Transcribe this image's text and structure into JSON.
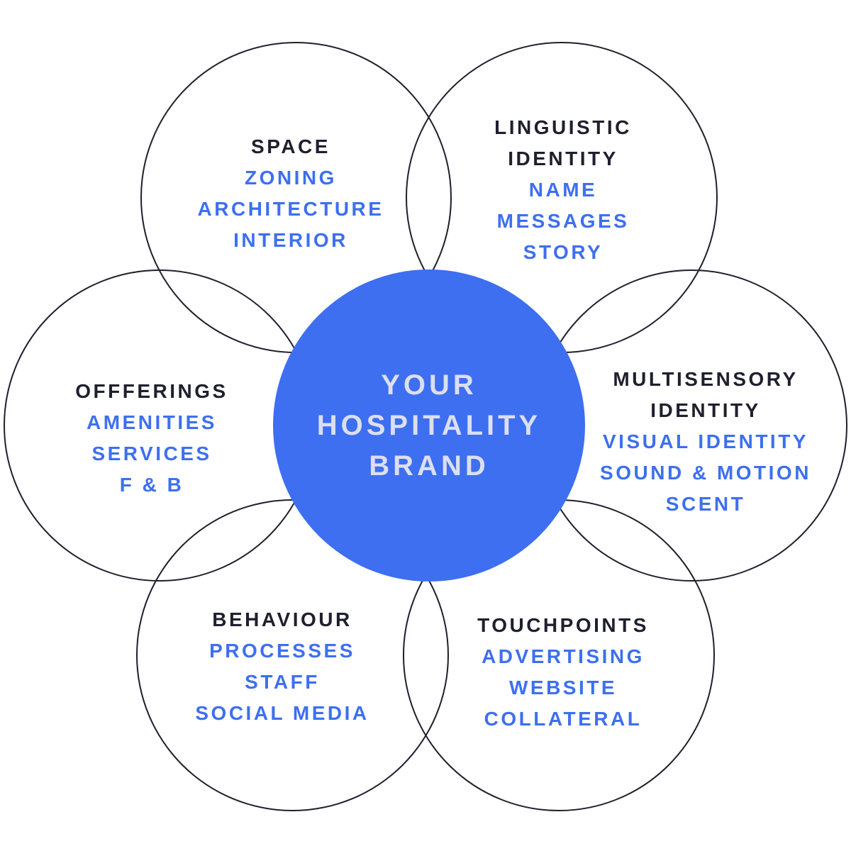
{
  "center": {
    "lines": [
      "YOUR",
      "HOSPITALITY",
      "BRAND"
    ],
    "fill_color": "#3d6ff0",
    "text_color": "#dcdff0"
  },
  "colors": {
    "heading": "#1f1f2e",
    "item": "#3d6ff0",
    "circle_stroke": "#1f1f2e"
  },
  "petals": [
    {
      "id": "space",
      "heading": [
        "SPACE"
      ],
      "items": [
        "ZONING",
        "ARCHITECTURE",
        "INTERIOR"
      ]
    },
    {
      "id": "linguistic-identity",
      "heading": [
        "LINGUISTIC",
        "IDENTITY"
      ],
      "items": [
        "NAME",
        "MESSAGES",
        "STORY"
      ]
    },
    {
      "id": "multisensory-identity",
      "heading": [
        "MULTISENSORY",
        "IDENTITY"
      ],
      "items": [
        "VISUAL IDENTITY",
        "SOUND & MOTION",
        "SCENT"
      ]
    },
    {
      "id": "touchpoints",
      "heading": [
        "TOUCHPOINTS"
      ],
      "items": [
        "ADVERTISING",
        "WEBSITE",
        "COLLATERAL"
      ]
    },
    {
      "id": "behaviour",
      "heading": [
        "BEHAVIOUR"
      ],
      "items": [
        "PROCESSES",
        "STAFF",
        "SOCIAL MEDIA"
      ]
    },
    {
      "id": "offerings",
      "heading": [
        "OFFFERINGS"
      ],
      "items": [
        "AMENITIES",
        "SERVICES",
        "F & B"
      ]
    }
  ]
}
